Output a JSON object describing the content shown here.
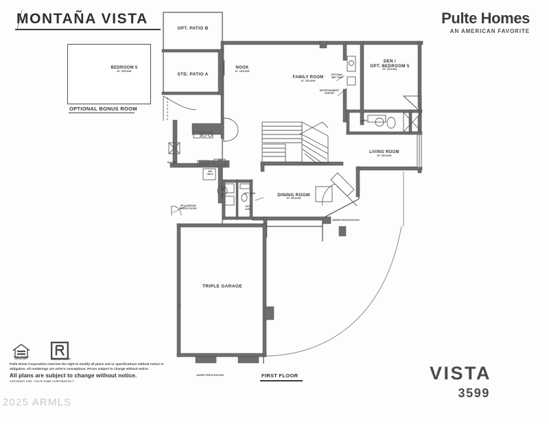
{
  "sheet": {
    "title": "MONTAÑA VISTA",
    "plan_name": "VISTA",
    "plan_number": "3599",
    "floor_label": "FIRST FLOOR",
    "watermark": "2025 ARMLS"
  },
  "brand": {
    "name": "Pulte Homes",
    "tagline": "AN AMERICAN FAVORITE"
  },
  "inset": {
    "caption": "OPTIONAL BONUS ROOM",
    "room_name": "BEDROOM 5",
    "room_ceiling": "10' CEILING"
  },
  "rooms": [
    {
      "name": "OPT. PATIO B",
      "ceiling": ""
    },
    {
      "name": "STD. PATIO A",
      "ceiling": ""
    },
    {
      "name": "NOOK",
      "ceiling": "10' CEILING"
    },
    {
      "name": "FAMILY ROOM",
      "ceiling": "10' CEILING"
    },
    {
      "name": "DEN /",
      "ceiling": ""
    },
    {
      "name": "OPT. BEDROOM 5",
      "ceiling": "10' CEILING"
    },
    {
      "name": "LIVING ROOM",
      "ceiling": "10' CEILING"
    },
    {
      "name": "DINING ROOM",
      "ceiling": "10' CEILING"
    },
    {
      "name": "TRIPLE GARAGE",
      "ceiling": ""
    }
  ],
  "room_labels": {
    "opt_patio_b": "OPT. PATIO B",
    "std_patio_a": "STD. PATIO A",
    "nook": "NOOK",
    "nook_ceiling": "10' CEILING",
    "family_room": "FAMILY ROOM",
    "family_ceiling": "10' CEILING",
    "den_line1": "DEN /",
    "den_line2": "OPT. BEDROOM 5",
    "den_ceiling": "10' CEILING",
    "living_room": "LIVING ROOM",
    "living_ceiling": "10' CEILING",
    "dining_room": "DINING ROOM",
    "dining_ceiling": "10' CEILING",
    "triple_garage": "TRIPLE GARAGE"
  },
  "annotations": {
    "optional_wet_bar_l1": "OPTIONAL",
    "optional_wet_bar_l2": "'WET' BAR",
    "entertainment_l1": "ENTERTAINMENT",
    "entertainment_l2": "CENTER",
    "linen": "LINEN",
    "pantry": "PANTRY",
    "ref": "REF",
    "air_handler_l1": "AIR",
    "air_handler_l2": "HDLR",
    "water_heater": "WH",
    "opt_garage_door_l1": "OPT. GARAGE",
    "opt_garage_door_l2": "SERVICE DOOR",
    "opt_sink": "OPT. SINK",
    "opt_cab_l1": "OPT.",
    "opt_cab_l2": "CAB.",
    "wash_dry": "WASH / DRY",
    "varies_right": "VARIES PER ELEVATION",
    "varies_bottom": "VARIES PER ELEVATION"
  },
  "legal": {
    "paragraph": "Pulte Home Corporation reserves the right to modify all plans and or specifications without notice or obligation. All renderings are artist's conceptions. Prices subject to change without notice.",
    "headline": "All plans are subject to change without notice.",
    "copyright": "COPYRIGHT 1993 - PULTE HOME CORPORATION  ©",
    "eho_caption": "EQUAL HOUSING OPPORTUNITY",
    "realtor_caption": "REALTOR®"
  },
  "colors": {
    "ink": "#2b2b2b",
    "wall": "#6e6e6e",
    "line": "#4a4a4a",
    "paper": "#fdfdfd",
    "watermark": "#c9c9c9"
  }
}
